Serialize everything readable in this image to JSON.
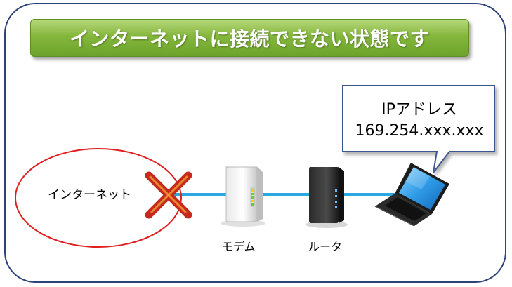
{
  "title": "インターネットに接続できない状態です",
  "callout": {
    "line1": "IPアドレス",
    "line2": "169.254.xxx.xxx"
  },
  "nodes": {
    "internet": "インターネット",
    "modem": "モデム",
    "router": "ルータ"
  },
  "colors": {
    "frame": "#2e4379",
    "banner": "#84b73c",
    "cable": "#2aa9e0",
    "cloud_outline": "#e02020",
    "cross": "#d83020"
  },
  "icons": [
    "internet-cloud",
    "cross-mark-icon",
    "modem-icon",
    "router-icon",
    "laptop-icon"
  ]
}
